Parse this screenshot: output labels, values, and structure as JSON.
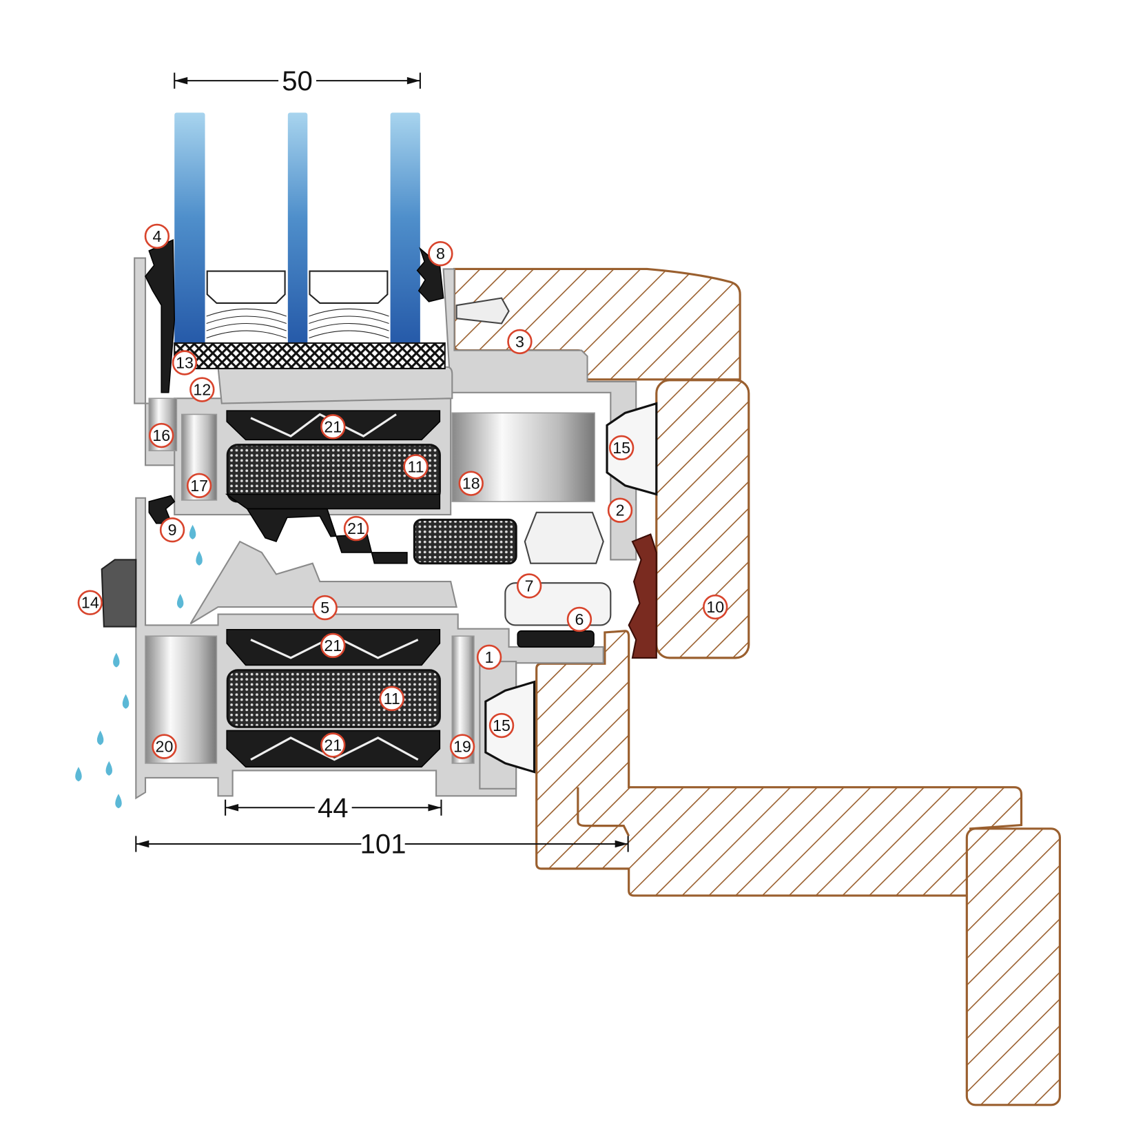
{
  "dimensions": {
    "glass_thickness": "50",
    "insert_width": "44",
    "frame_depth": "101"
  },
  "callouts": [
    "4",
    "8",
    "3",
    "13",
    "12",
    "16",
    "21",
    "11",
    "18",
    "15",
    "17",
    "2",
    "9",
    "21",
    "7",
    "14",
    "5",
    "6",
    "10",
    "21",
    "1",
    "11",
    "15",
    "20",
    "21",
    "19"
  ],
  "colors": {
    "callout_ring": "#d8442c",
    "wood": "#9a5f2e",
    "glass": "#2f6db3",
    "aluminium": "#d4d4d4",
    "water": "#5bb8d6"
  }
}
